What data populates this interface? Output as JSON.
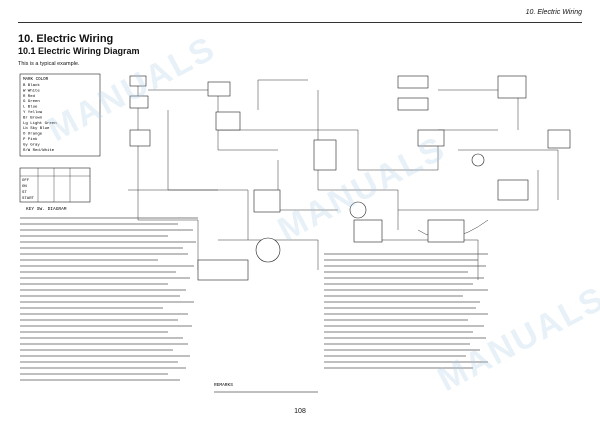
{
  "header": {
    "section": "10. Electric Wiring"
  },
  "title": "10. Electric Wiring",
  "subtitle": "10.1 Electric Wiring Diagram",
  "note": "This is a typical example.",
  "wire_color_table": {
    "heading": "MARK  COLOR",
    "rows": [
      "B    Black",
      "W    White",
      "R    Red",
      "G    Green",
      "L    Blue",
      "Y    Yellow",
      "Br   Brown",
      "Lg   Light Green",
      "Lb   Sky Blue",
      "O    Orange",
      "P    Pink",
      "Gy   Gray",
      "R/W  Red/White"
    ]
  },
  "key_switch": {
    "heading": "KEY SW. DIAGRAM",
    "rows": [
      "OFF",
      "ON",
      "ST",
      "START"
    ]
  },
  "remarks_label": "REMARKS",
  "page_number": "108",
  "watermark": "MANUALS"
}
